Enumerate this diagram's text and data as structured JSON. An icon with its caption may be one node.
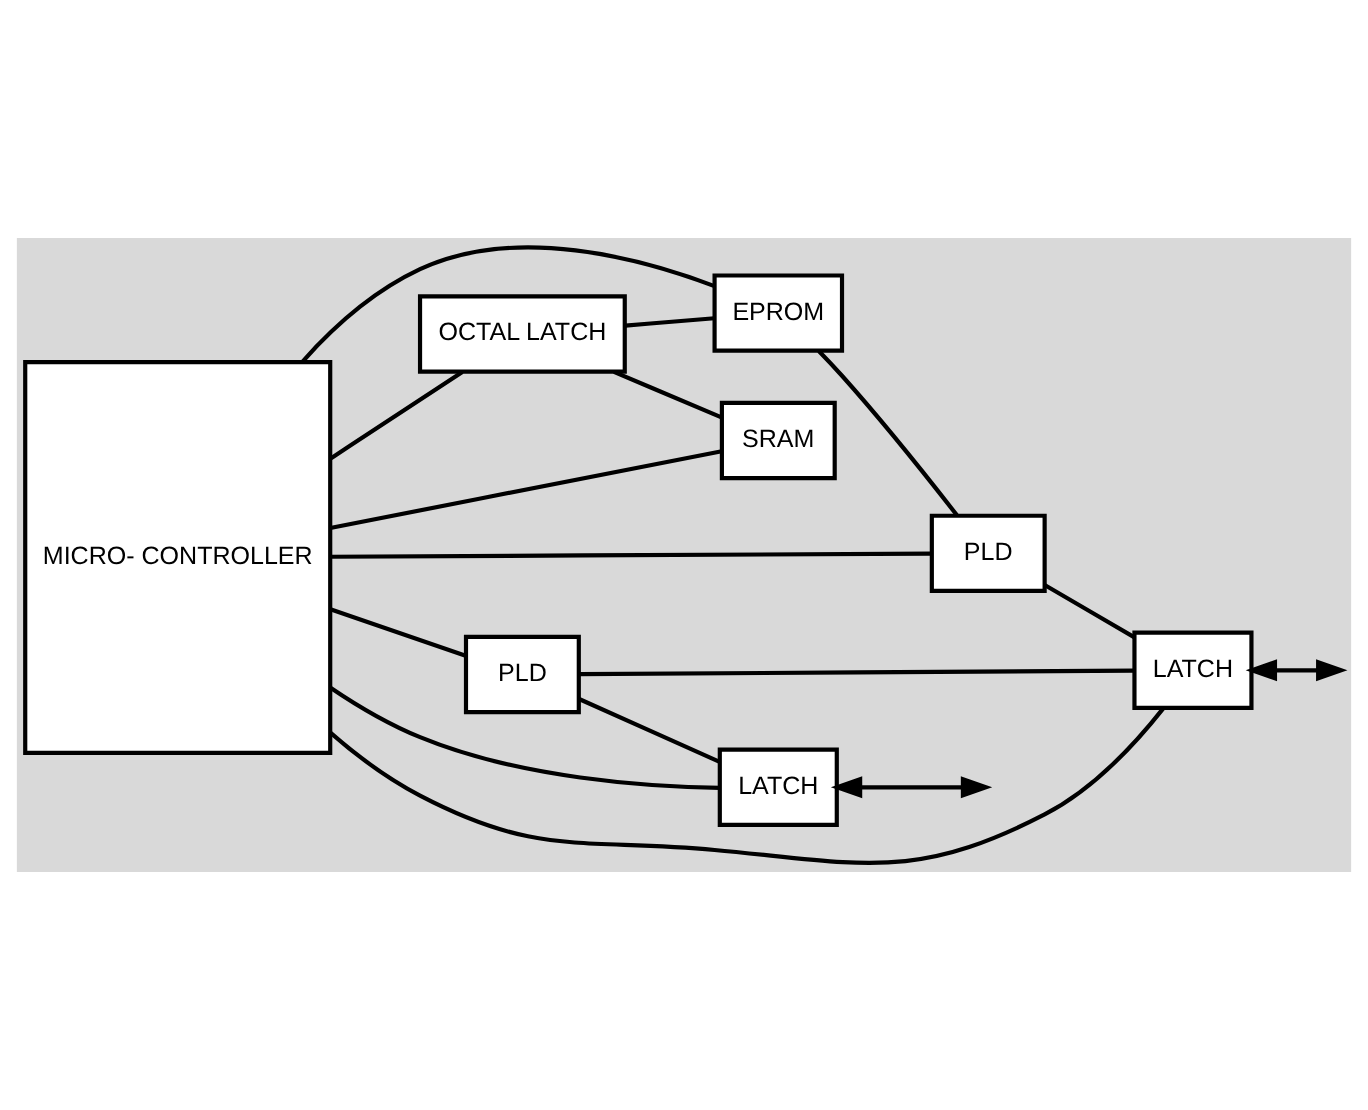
{
  "diagram": {
    "nodes": [
      {
        "text": [
          "MICRO- CONTROLLER"
        ]
      },
      {
        "text": [
          "OCTAL LATCH"
        ]
      },
      {
        "text": [
          "EPROM"
        ]
      },
      {
        "text": [
          "SRAM"
        ]
      },
      {
        "text": [
          "PLD"
        ]
      },
      {
        "text": [
          "PLD"
        ]
      },
      {
        "text": [
          "LATCH"
        ]
      },
      {
        "text": [
          "LATCH"
        ]
      }
    ],
    "edges": [
      {
        "from": 0,
        "to": 1,
        "arrow": "none"
      },
      {
        "from": 0,
        "to": 4,
        "arrow": "none"
      },
      {
        "from": 0,
        "to": 5,
        "arrow": "none"
      },
      {
        "from": 1,
        "to": 2,
        "arrow": "none"
      },
      {
        "from": 1,
        "to": 3,
        "arrow": "none"
      },
      {
        "from": 0,
        "to": 2,
        "arrow": "none"
      },
      {
        "from": 0,
        "to": 3,
        "arrow": "none"
      },
      {
        "from": 0,
        "to": 6,
        "arrow": "none"
      },
      {
        "from": 0,
        "to": 7,
        "arrow": "none"
      },
      {
        "from": 2,
        "to": 4,
        "arrow": "none"
      },
      {
        "from": 4,
        "to": 6,
        "arrow": "none"
      },
      {
        "from": 5,
        "to": 6,
        "arrow": "none"
      },
      {
        "from": 5,
        "to": 7,
        "arrow": "none"
      },
      {
        "from": 6,
        "to": null,
        "arrow": "both"
      },
      {
        "from": 7,
        "to": null,
        "arrow": "both"
      }
    ]
  }
}
